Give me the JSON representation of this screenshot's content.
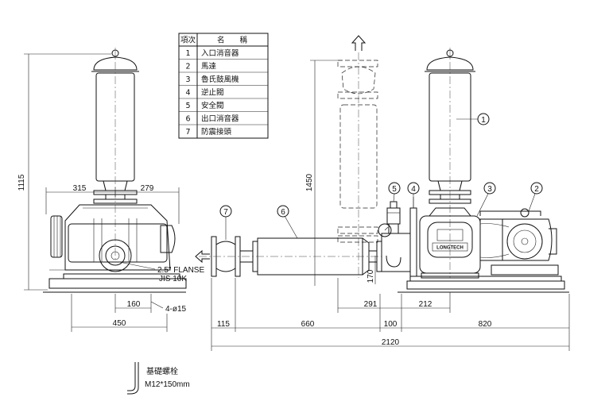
{
  "parts_table": {
    "header_no": "項次",
    "header_name": "名　　稱",
    "rows": [
      {
        "no": "1",
        "name": "入口消音器"
      },
      {
        "no": "2",
        "name": "馬達"
      },
      {
        "no": "3",
        "name": "魯氏鼓風機"
      },
      {
        "no": "4",
        "name": "逆止閥"
      },
      {
        "no": "5",
        "name": "安全閥"
      },
      {
        "no": "6",
        "name": "出口消音器"
      },
      {
        "no": "7",
        "name": "防震接頭"
      }
    ]
  },
  "dimensions": {
    "height_total": "1115",
    "width_left": "315",
    "width_right": "279",
    "flange_note_1": "2.5\" FLANSE",
    "flange_note_2": "JIS 10K",
    "base_half": "160",
    "bolt_holes": "4-ø15",
    "base_width": "450",
    "silencer_height": "1450",
    "outlet_height": "170",
    "offset_291": "291",
    "offset_212": "212",
    "seg_115": "115",
    "seg_660": "660",
    "seg_100": "100",
    "seg_820": "820",
    "total_length": "2120"
  },
  "callouts": [
    "1",
    "2",
    "3",
    "4",
    "5",
    "6",
    "7"
  ],
  "brand_plate": "LONGTECH",
  "foundation_bolt": {
    "title": "基礎螺栓",
    "spec": "M12*150mm"
  },
  "icons": [
    "up-arrow-icon",
    "left-arrow-icon",
    "bolt-icon"
  ]
}
